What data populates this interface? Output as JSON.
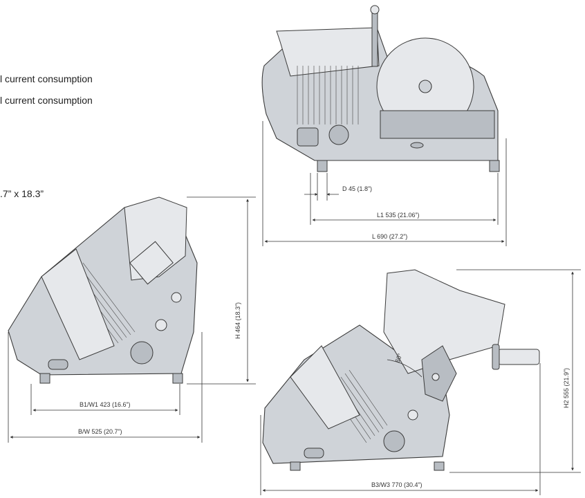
{
  "text": {
    "line1": "l current consumption",
    "line2": "l current consumption",
    "line3": ".7” x 18.3”"
  },
  "dimensions": {
    "d": "D 45 (1.8”)",
    "l1": "L1 535 (21.06”)",
    "l": "L 690 (27.2”)",
    "h": "H 464 (18.3”)",
    "b1": "B1/W1 423 (16.6”)",
    "b": "B/W 525 (20.7”)",
    "angle": "60°",
    "h2": "H2 555 (21.9”)",
    "b3": "B3/W3 770 (30.4”)"
  }
}
